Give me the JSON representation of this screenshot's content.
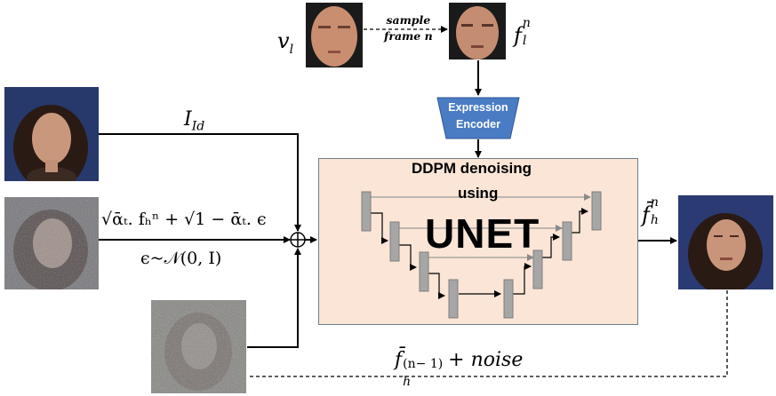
{
  "input_video_label": "v",
  "input_video_sub": "l",
  "sample_line1": "sample",
  "sample_line2": "frame n",
  "sampled_frame_label": "f",
  "sampled_frame_sub": "l",
  "sampled_frame_sup": "n",
  "encoder_line1": "Expression",
  "encoder_line2": "Encoder",
  "identity_label": "I",
  "identity_sub": "Id",
  "noisy_formula": "√ᾱₜ. fₕⁿ + √1 − ᾱₜ. ϵ",
  "noise_dist": "ϵ~𝒩(0, I)",
  "ddpm_title": "DDPM denoising",
  "ddpm_using": "using",
  "unet_label": "UNET",
  "output_label": "f̄",
  "output_sub": "h",
  "output_sup": "n",
  "feedback_label": "f̄",
  "feedback_sub": "h",
  "feedback_sup": "(n− 1)",
  "feedback_suffix": "+ noise",
  "colors": {
    "encoder_fill": "#4a7cc4",
    "ddpm_fill": "#fbe5d6",
    "unet_block": "#a6a6a6"
  }
}
